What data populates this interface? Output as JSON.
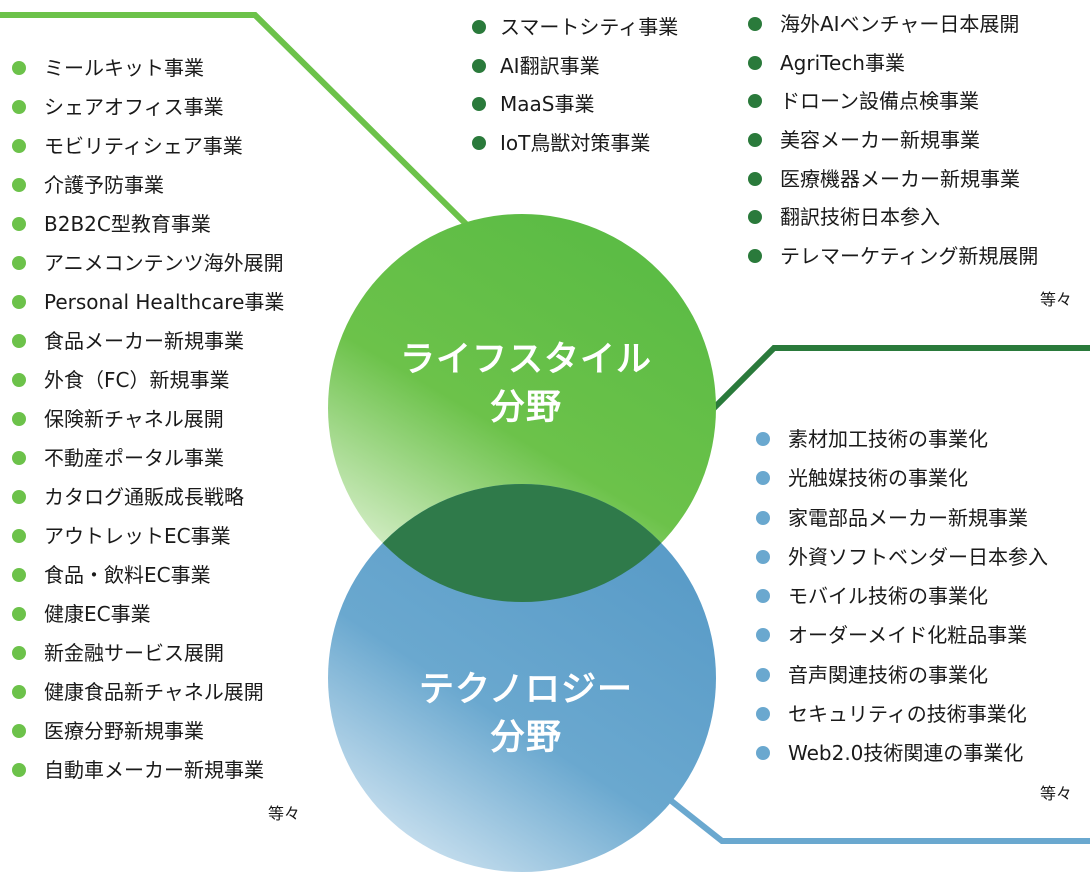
{
  "lifestyle": {
    "title_line1": "ライフスタイル",
    "title_line2": "分野",
    "left_items": [
      "ミールキット事業",
      "シェアオフィス事業",
      "モビリティシェア事業",
      "介護予防事業",
      "B2B2C型教育事業",
      "アニメコンテンツ海外展開",
      "Personal Healthcare事業",
      "食品メーカー新規事業",
      "外食（FC）新規事業",
      "保険新チャネル展開",
      "不動産ポータル事業",
      "カタログ通販成長戦略",
      "アウトレットEC事業",
      "食品・飲料EC事業",
      "健康EC事業",
      "新金融サービス展開",
      "健康食品新チャネル展開",
      "医療分野新規事業",
      "自動車メーカー新規事業"
    ],
    "etc": "等々"
  },
  "overlap": {
    "middle_items": [
      "スマートシティ事業",
      "AI翻訳事業",
      "MaaS事業",
      "IoT鳥獣対策事業"
    ],
    "right_items": [
      "海外AIベンチャー日本展開",
      "AgriTech事業",
      "ドローン設備点検事業",
      "美容メーカー新規事業",
      "医療機器メーカー新規事業",
      "翻訳技術日本参入",
      "テレマーケティング新規展開"
    ],
    "etc": "等々"
  },
  "technology": {
    "title_line1": "テクノロジー",
    "title_line2": "分野",
    "items": [
      "素材加工技術の事業化",
      "光触媒技術の事業化",
      "家電部品メーカー新規事業",
      "外資ソフトベンダー日本参入",
      "モバイル技術の事業化",
      "オーダーメイド化粧品事業",
      "音声関連技術の事業化",
      "セキュリティの技術事業化",
      "Web2.0技術関連の事業化"
    ],
    "etc": "等々"
  },
  "colors": {
    "lifestyle_green": "#6cc24a",
    "overlap_dark_green": "#2a7a3b",
    "technology_blue": "#6aa8cf"
  }
}
